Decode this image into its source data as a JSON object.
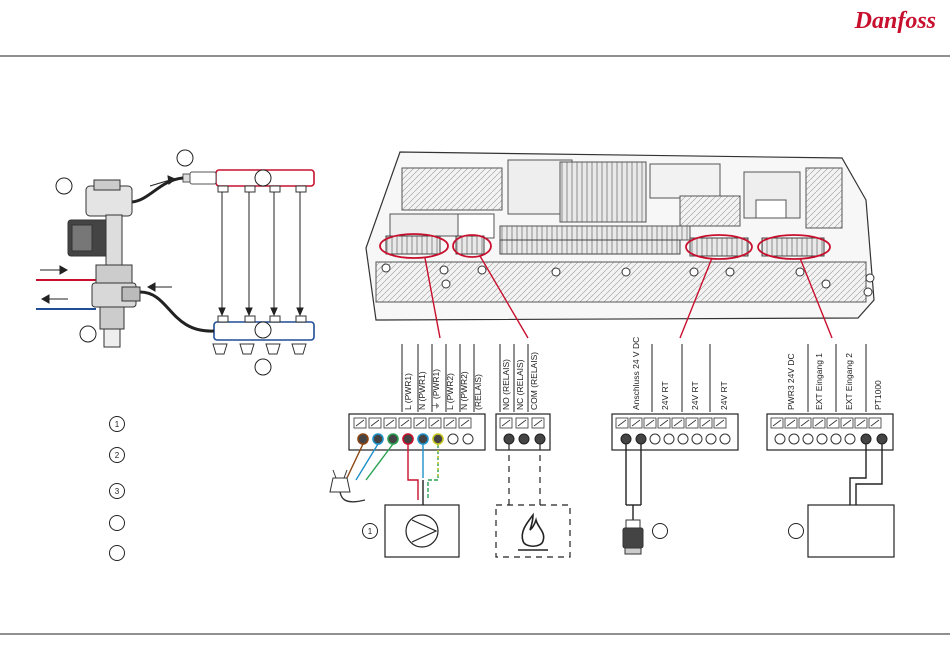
{
  "brand": {
    "logo_text": "Danfoss",
    "accent": "#c8102e",
    "hot": "#c8102e",
    "cold": "#1f4e96"
  },
  "left_callouts": [
    "1",
    "2",
    "3",
    "",
    ""
  ],
  "terminal_groups": {
    "power": [
      "L (PWR1)",
      "N (PWR1)",
      "⏚ (PWR1)",
      "L (PWR2)",
      "N (PWR2)",
      "(RELAIS)"
    ],
    "relay": [
      "NO (RELAIS)",
      "NC (RELAIS)",
      "COM (RELAIS)"
    ],
    "thermostat": [
      "Anschluss 24 V DC",
      "24V RT",
      "24V RT",
      "24V RT"
    ],
    "inputs": [
      "PWR3 24V DC",
      "EXT Eingang 1",
      "EXT Eingang 2",
      "PT1000"
    ]
  },
  "devices": {
    "pump_callout": "1"
  }
}
